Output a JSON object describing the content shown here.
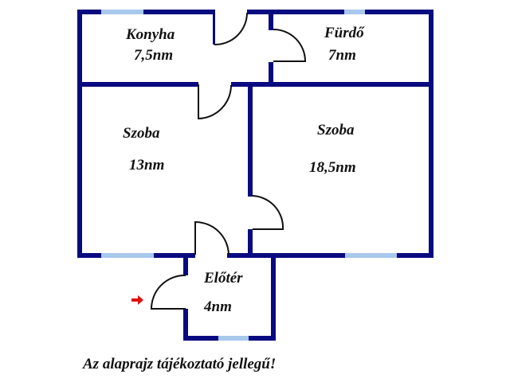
{
  "colors": {
    "wall": "#0a0a80",
    "window": "#a8c8ec",
    "door_arc": "#111111",
    "entrance_arrow": "#e01010",
    "text": "#111111"
  },
  "rooms": [
    {
      "id": "konyha",
      "name": "Konyha",
      "area": "7,5nm"
    },
    {
      "id": "furdo",
      "name": "Fürdő",
      "area": "7nm"
    },
    {
      "id": "szoba-left",
      "name": "Szoba",
      "area": "13nm"
    },
    {
      "id": "szoba-right",
      "name": "Szoba",
      "area": "18,5nm"
    },
    {
      "id": "eloter",
      "name": "Előtér",
      "area": "4nm"
    }
  ],
  "entrance_icon": "arrow-right-icon",
  "disclaimer": "Az alaprajz tájékoztató jellegű!"
}
